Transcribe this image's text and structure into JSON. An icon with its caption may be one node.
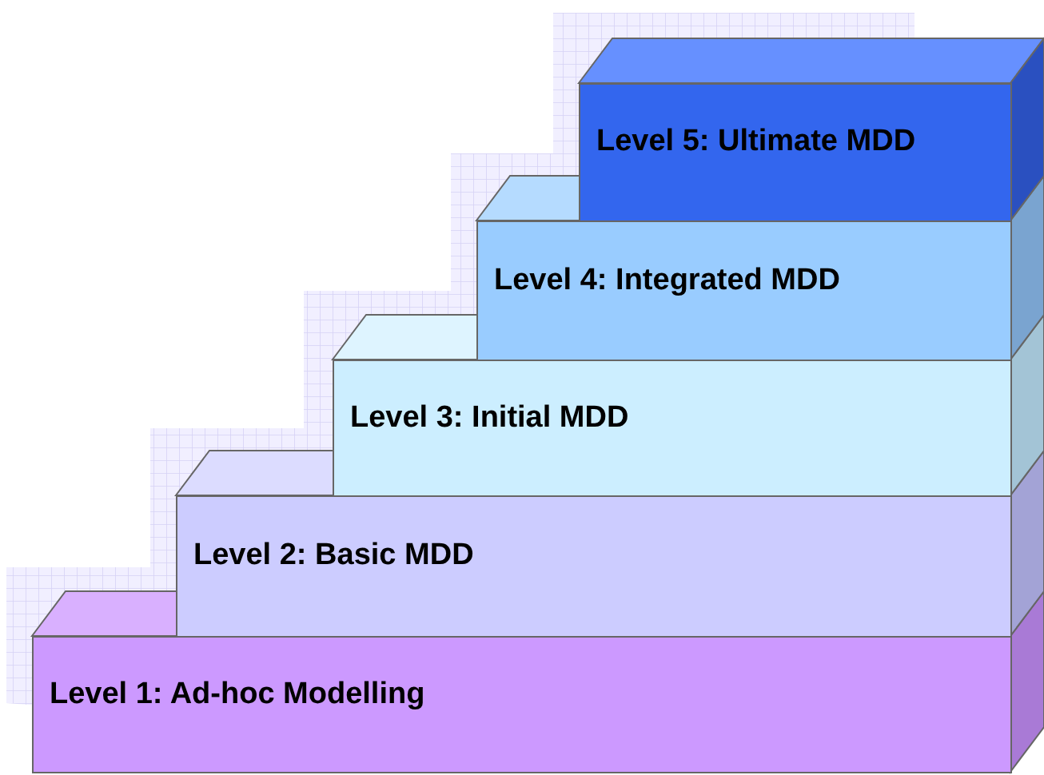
{
  "diagram": {
    "nodes": [
      {
        "text": [
          "Level 1: Ad-hoc Modelling"
        ]
      },
      {
        "text": [
          "Level 2: Basic MDD"
        ]
      },
      {
        "text": [
          "Level 3: Initial MDD"
        ]
      },
      {
        "text": [
          "Level 4: Integrated MDD"
        ]
      },
      {
        "text": [
          "Level 5: Ultimate MDD"
        ]
      }
    ]
  }
}
